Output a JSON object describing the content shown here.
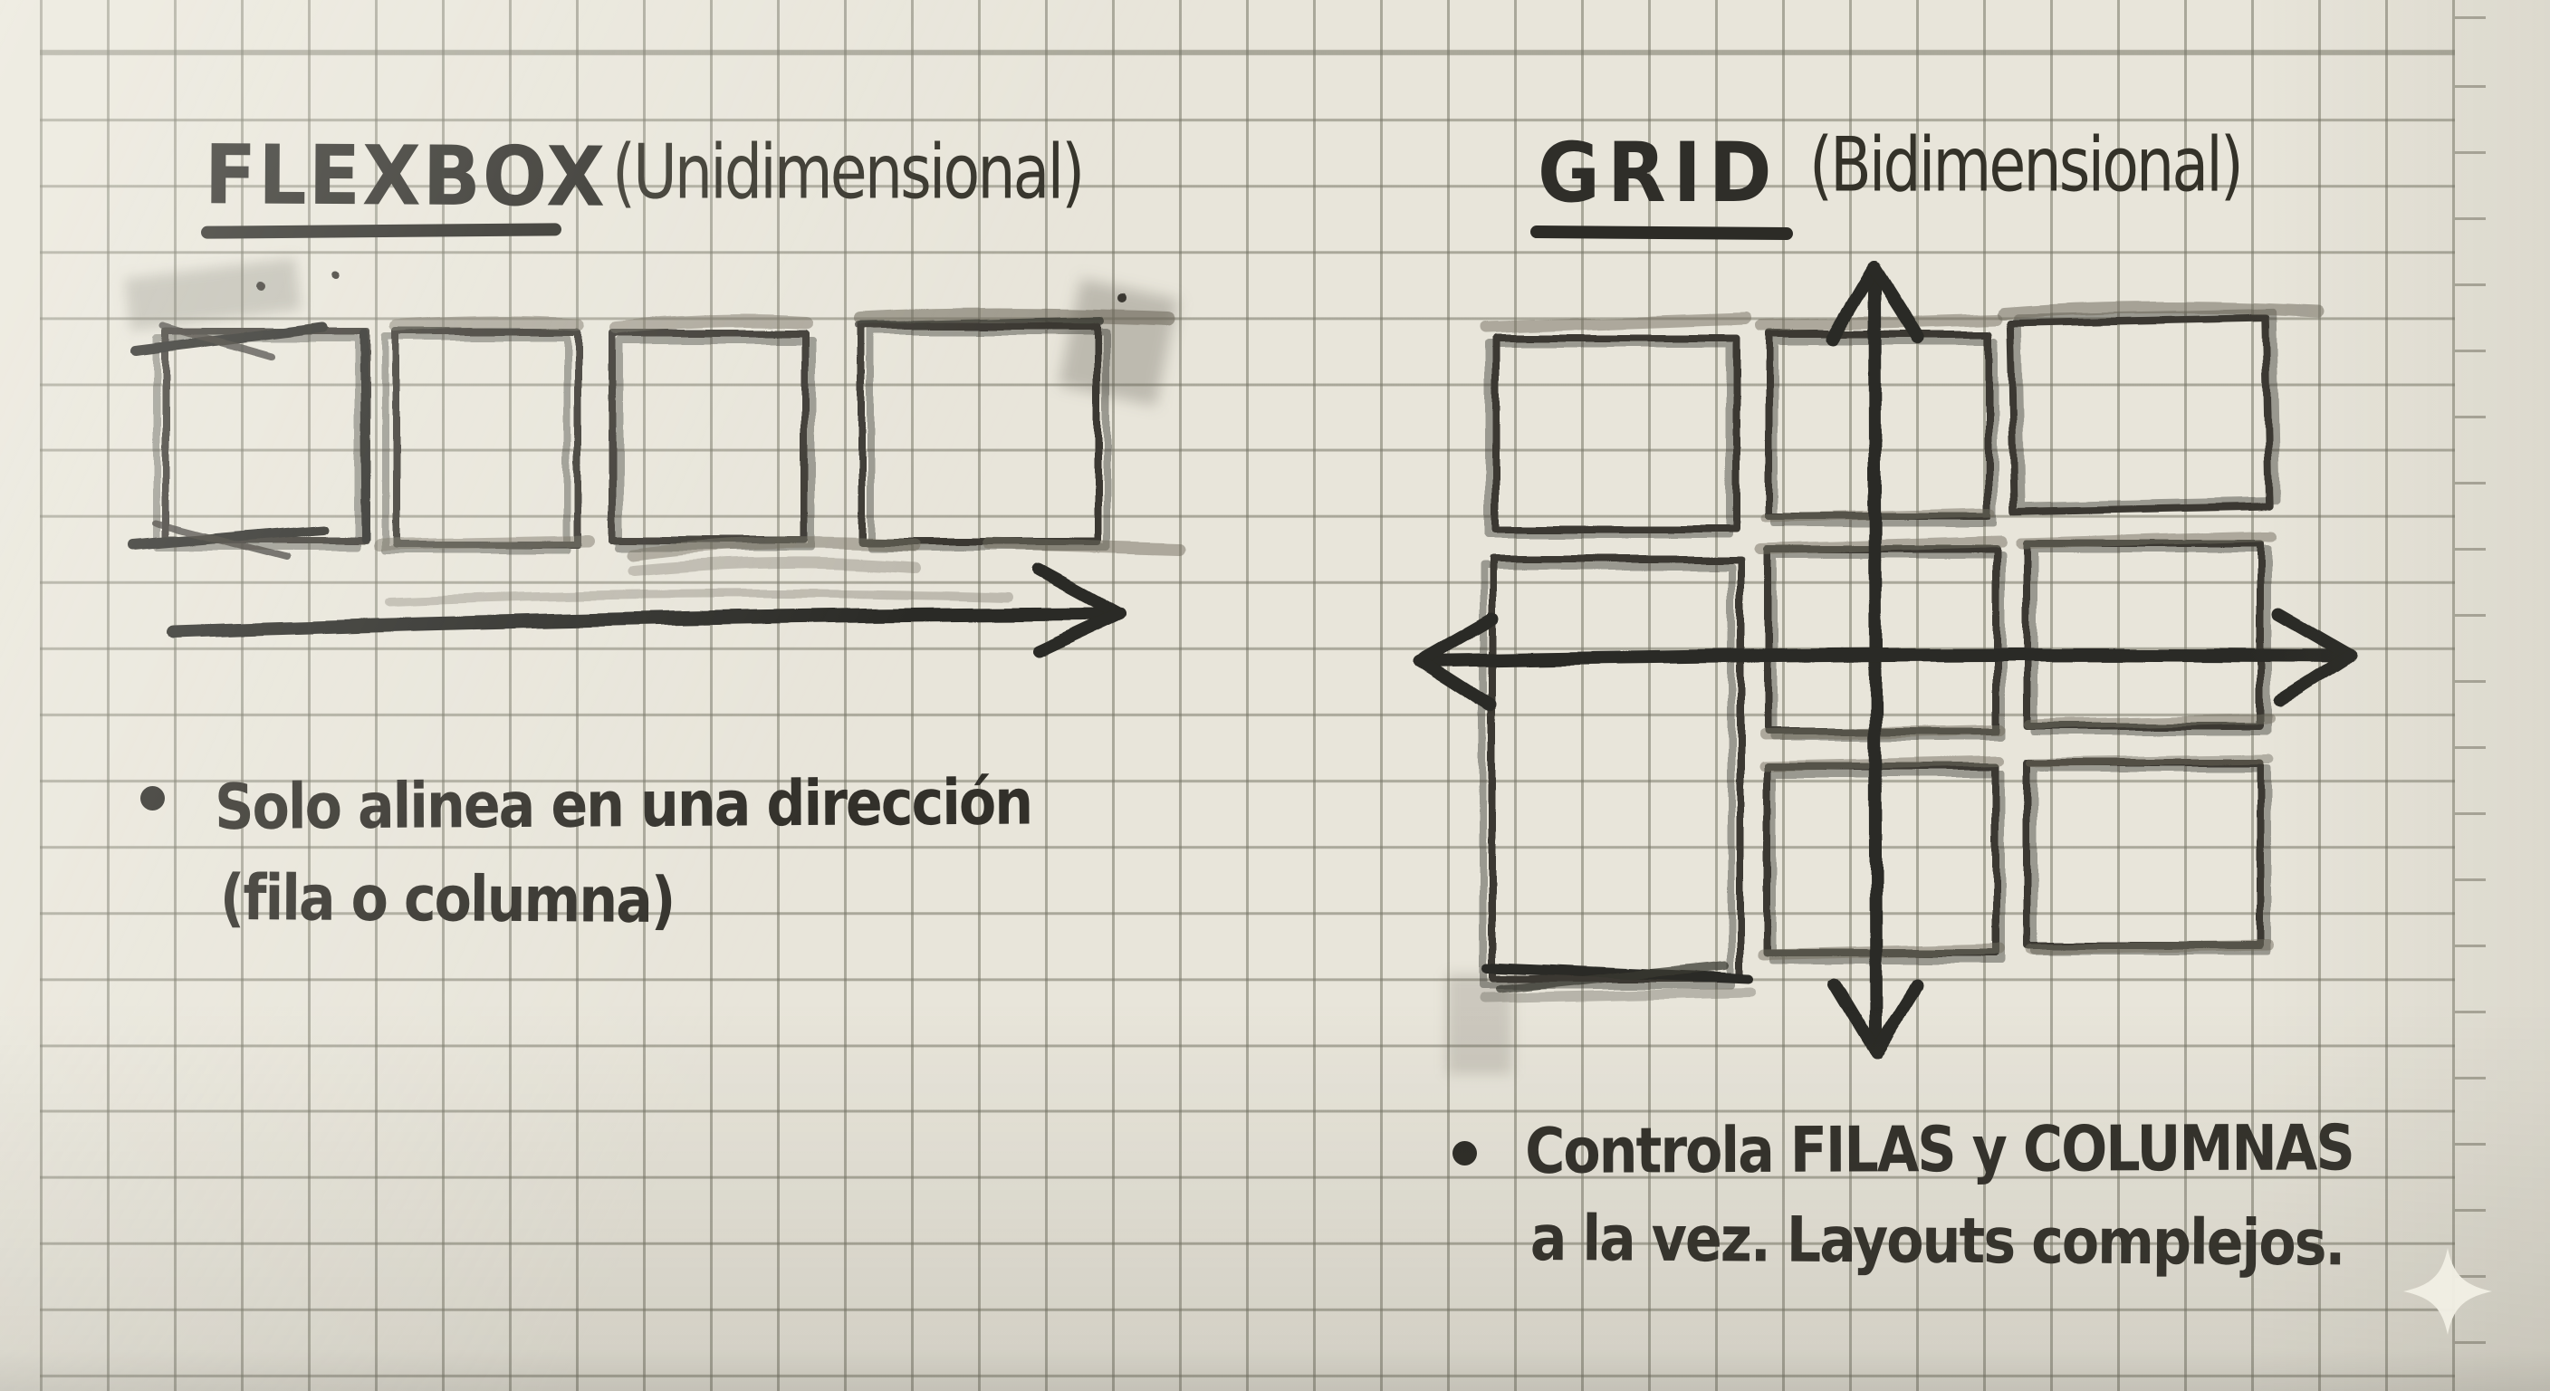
{
  "titles": {
    "flexbox": {
      "word": "FLEXBOX",
      "qualifier": "(Unidimensional)"
    },
    "grid": {
      "word": "GRID",
      "qualifier": "(Bidimensional)"
    }
  },
  "notes": {
    "flexbox": {
      "bullet": "•",
      "lines": [
        "Solo alinea en una dirección",
        "(fila o columna)"
      ]
    },
    "grid": {
      "bullet": "•",
      "lines": [
        "Controla FILAS y COLUMNAS",
        "a la vez. Layouts complejos."
      ]
    }
  },
  "sketch": {
    "flexbox": {
      "boxes": 4,
      "axis_arrow": "horizontal-right"
    },
    "grid": {
      "box_rows": 3,
      "box_columns": 3,
      "axis_arrows": [
        "vertical-double-headed",
        "horizontal-double-headed"
      ]
    }
  },
  "icons": {
    "watermark": "sparkle-icon"
  },
  "colors": {
    "paper": "#e8e5da",
    "grid_line": "#767566",
    "marker_ink": "#2b2a25",
    "pencil": "#6f6b5e",
    "sparkle_fill": "#f1eee4"
  }
}
